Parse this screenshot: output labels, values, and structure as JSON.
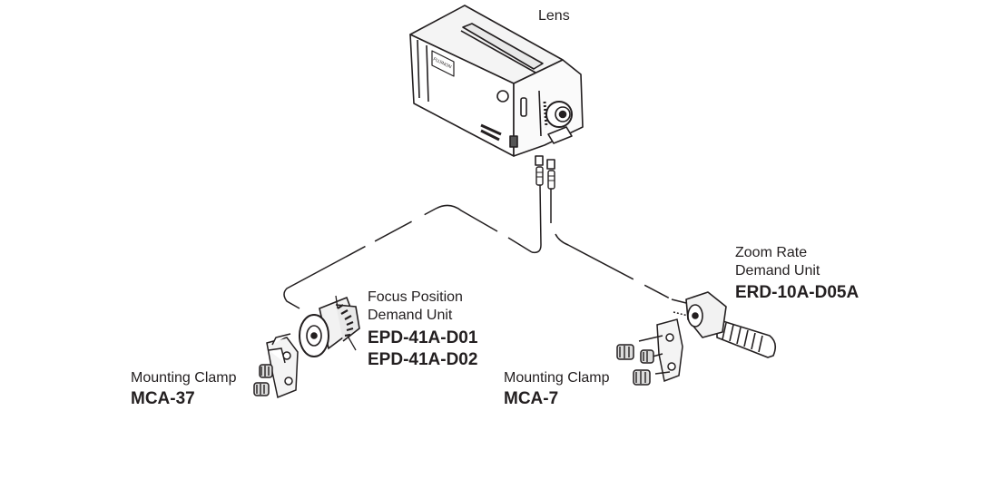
{
  "labels": {
    "lens": "Lens",
    "zoom_rate": {
      "title_line1": "Zoom Rate",
      "title_line2": "Demand Unit",
      "model": "ERD-10A-D05A"
    },
    "focus_position": {
      "title_line1": "Focus Position",
      "title_line2": "Demand Unit",
      "model_1": "EPD-41A-D01",
      "model_2": "EPD-41A-D02"
    },
    "clamp_left": {
      "title": "Mounting Clamp",
      "model": "MCA-37"
    },
    "clamp_right": {
      "title": "Mounting Clamp",
      "model": "MCA-7"
    },
    "lens_brand": "FUJINON"
  }
}
